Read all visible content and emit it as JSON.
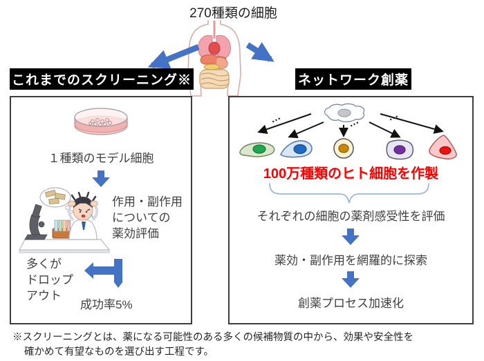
{
  "title": "270種類の細胞",
  "colors": {
    "accent_blue": "#4472C4",
    "highlight_red": "#FF0000",
    "header_bg": "#000000",
    "header_text": "#FFFFFF",
    "body_text": "#404040",
    "brace_blue": "#9CB8E0"
  },
  "left_panel": {
    "header": "これまでのスクリーニング※",
    "model_cell_label": "１種類のモデル細胞",
    "evaluation_lines": [
      "作用・副作用",
      "についての",
      "薬効評価"
    ],
    "dropout_lines": [
      "多くが",
      "ドロップ",
      "アウト"
    ],
    "success_rate": "成功率5%"
  },
  "right_panel": {
    "header": "ネットワーク創薬",
    "create_label": "100万種類のヒト細胞を作製",
    "sensitivity_label": "それぞれの細胞の薬剤感受性を評価",
    "explore_label": "薬効・副作用を網羅的に探索",
    "accelerate_label": "創薬プロセス加速化",
    "ellipsis": "…"
  },
  "footnote": {
    "lines": [
      "※スクリーニングとは、薬になる可能性のある多くの候補物質の中から、効果や安全性を",
      "確かめて有望なものを選び出す工程です。"
    ]
  }
}
